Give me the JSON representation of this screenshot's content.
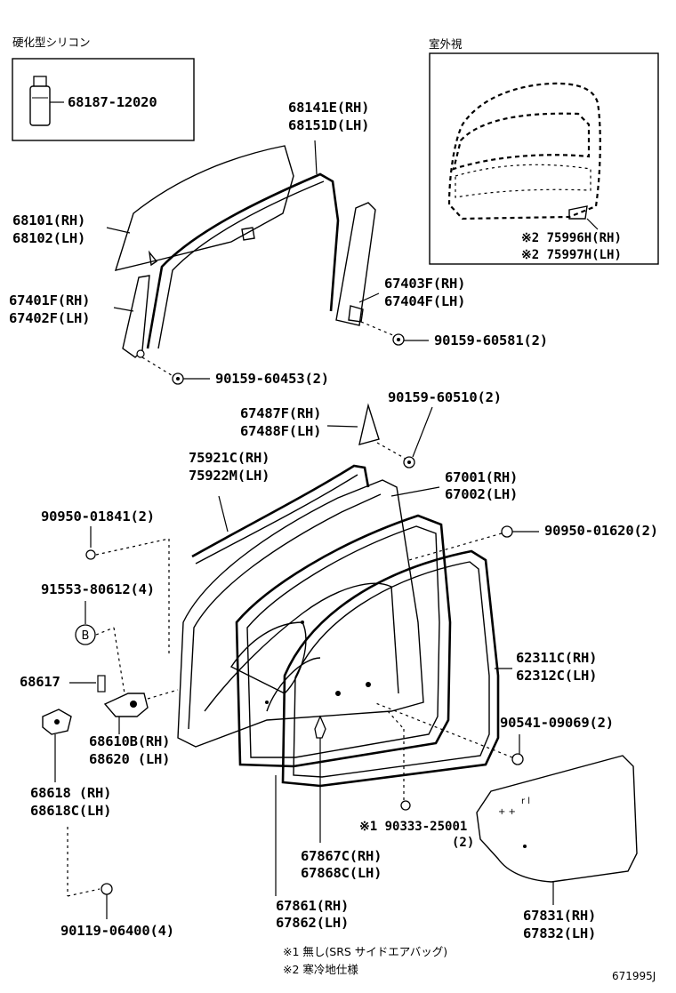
{
  "labels": {
    "silicone_title": "硬化型シリコン",
    "silicone_part": "68187-12020",
    "exterior_title": "室外視",
    "mirror_rh": "※2 75996H(RH)",
    "mirror_lh": "※2 75997H(LH)",
    "run_rh": "68141E(RH)",
    "run_lh": "68151D(LH)",
    "glass_rh": "68101(RH)",
    "glass_lh": "68102(LH)",
    "frame_front_rh": "67401F(RH)",
    "frame_front_lh": "67402F(LH)",
    "frame_rear_rh": "67403F(RH)",
    "frame_rear_lh": "67404F(LH)",
    "screw_rear": "90159-60581(2)",
    "screw_front": "90159-60453(2)",
    "screw_corner": "90159-60510(2)",
    "corner_rh": "67487F(RH)",
    "corner_lh": "67488F(LH)",
    "weather_rh": "75921C(RH)",
    "weather_lh": "75922M(LH)",
    "panel_rh": "67001(RH)",
    "panel_lh": "67002(LH)",
    "plug_a": "90950-01841(2)",
    "plug_b": "90950-01620(2)",
    "bolt_b": "91553-80612(4)",
    "b_marker": "B",
    "stopper": "68617",
    "seal_rh": "62311C(RH)",
    "seal_lh": "62312C(LH)",
    "hinge_rh": "68610B(RH)",
    "hinge_lh": "68620   (LH)",
    "clip": "90541-09069(2)",
    "lower_hinge_rh": "68618  (RH)",
    "lower_hinge_lh": "68618C(LH)",
    "srs_screw": "※1 90333-25001",
    "srs_screw_qty": "(2)",
    "seal_inner_rh": "67867C(RH)",
    "seal_inner_lh": "67868C(LH)",
    "weatherstrip_rh": "67861(RH)",
    "weatherstrip_lh": "67862(LH)",
    "cover_rh": "67831(RH)",
    "cover_lh": "67832(LH)",
    "hinge_bolt": "90119-06400(4)",
    "note1": "※1 無し(SRS サイドエアバッグ)",
    "note2": "※2 寒冷地仕様",
    "diagram_id": "671995J"
  }
}
